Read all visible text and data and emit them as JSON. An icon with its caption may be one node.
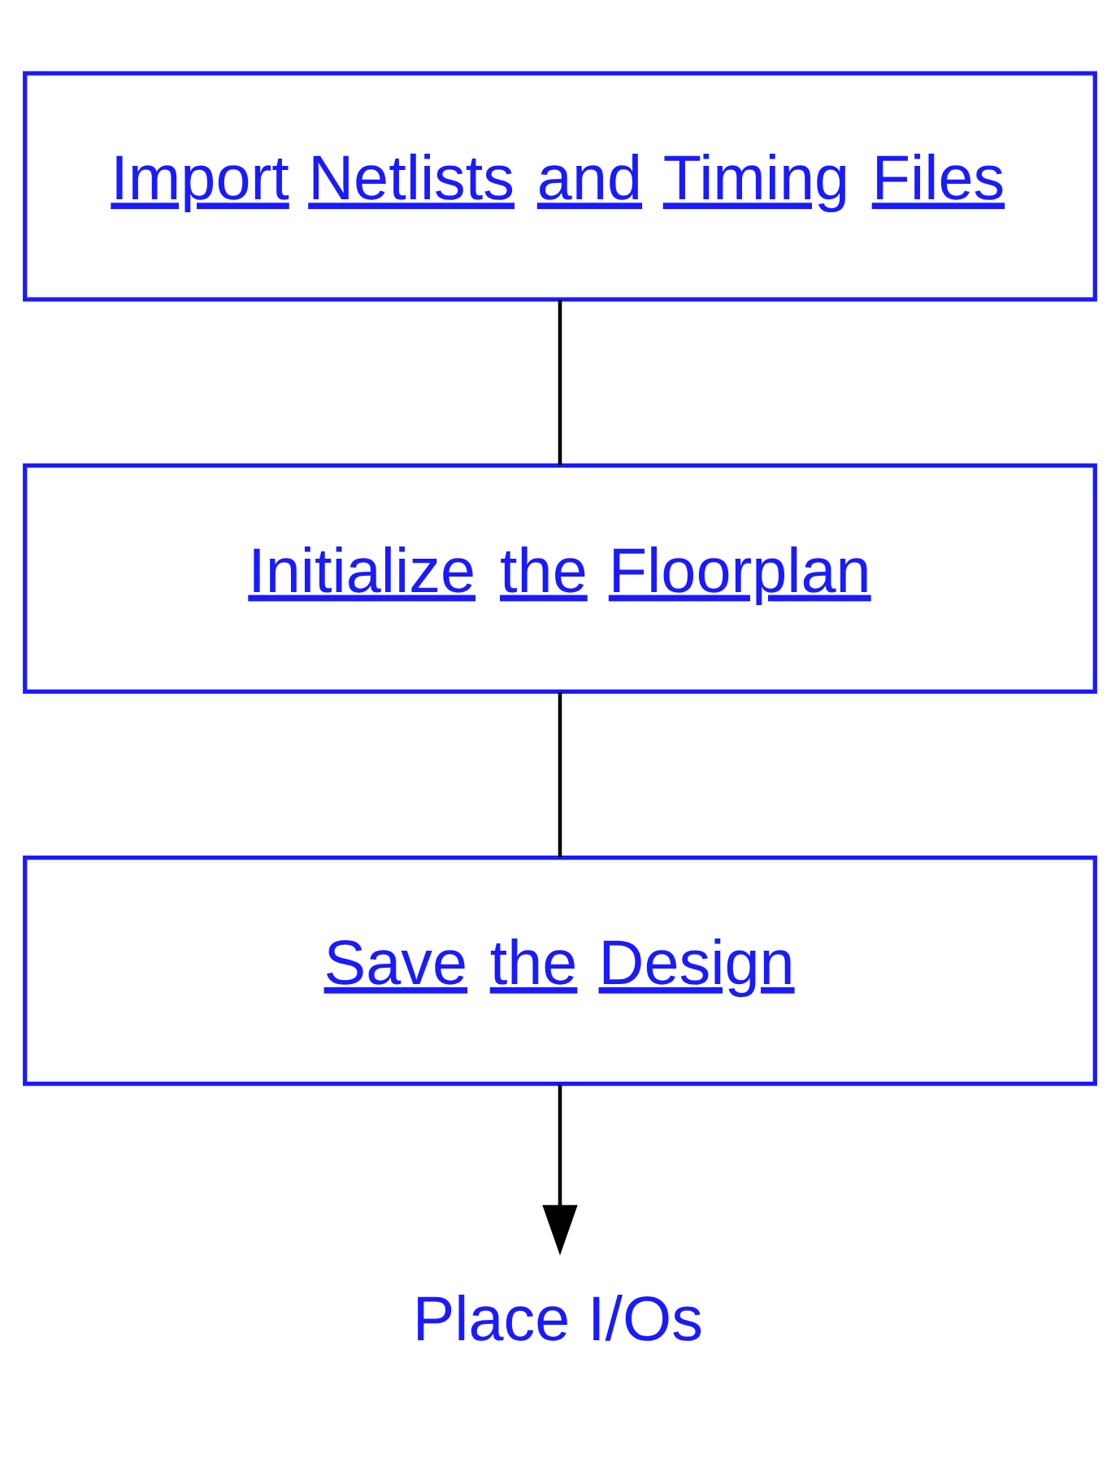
{
  "diagram": {
    "nodes": [
      {
        "text": [
          "Import Netlists and Timing Files"
        ]
      },
      {
        "text": [
          "Initialize the Floorplan"
        ]
      },
      {
        "text": [
          "Save the Design"
        ]
      },
      {
        "text": [
          "Place I/Os"
        ]
      }
    ],
    "edges": [
      {
        "from": 0,
        "to": 1,
        "arrow": "none"
      },
      {
        "from": 1,
        "to": 2,
        "arrow": "none"
      },
      {
        "from": 2,
        "to": 3,
        "arrow": "to"
      }
    ]
  }
}
